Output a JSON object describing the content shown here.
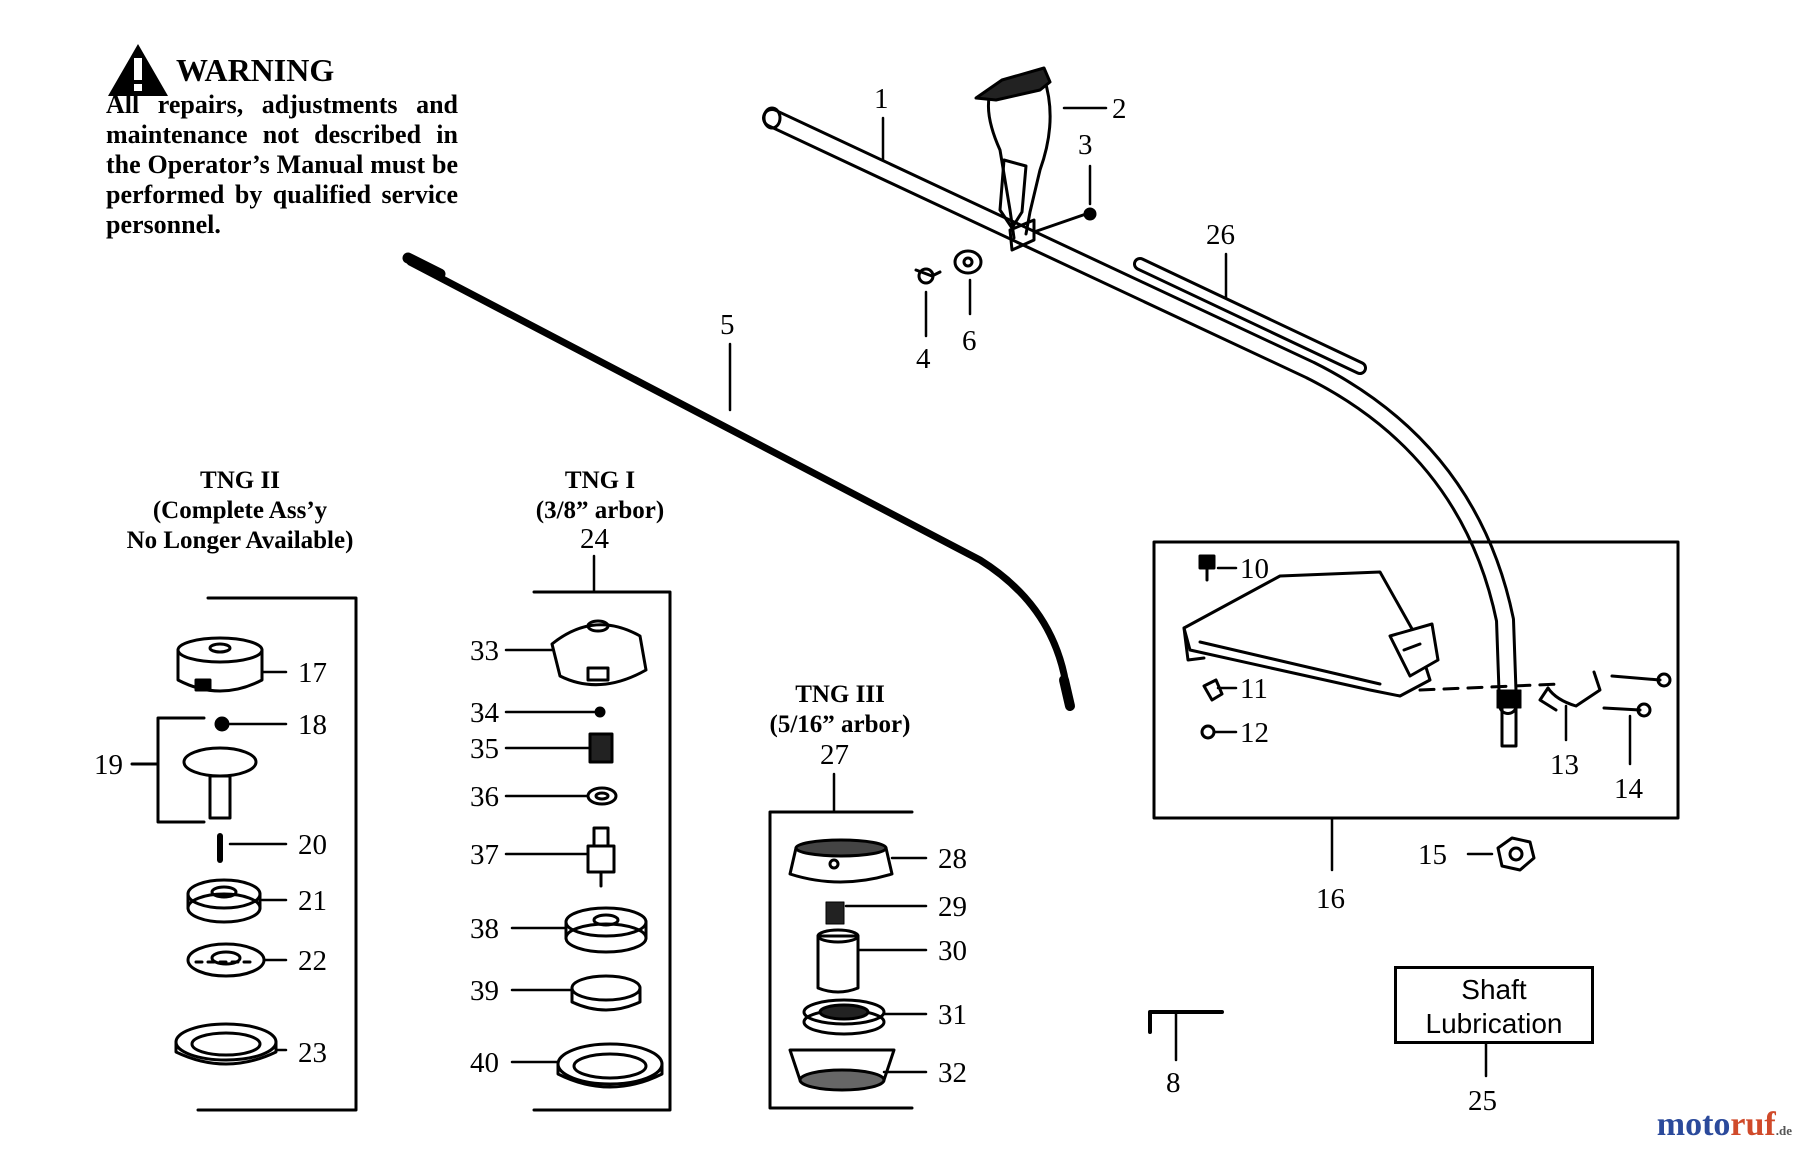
{
  "warning": {
    "title": "WARNING",
    "text": "All repairs, adjustments and maintenance not described in the Operator’s Manual must be performed by qualified service personnel."
  },
  "groups": {
    "tng2": {
      "line1": "TNG II",
      "line2": "(Complete Ass’y",
      "line3": "No Longer Available)"
    },
    "tng1": {
      "line1": "TNG I",
      "line2": "(3/8” arbor)"
    },
    "tng3": {
      "line1": "TNG III",
      "line2": "(5/16” arbor)"
    }
  },
  "callouts": {
    "p1": "1",
    "p2": "2",
    "p3": "3",
    "p4": "4",
    "p5": "5",
    "p6": "6",
    "p8": "8",
    "p10": "10",
    "p11": "11",
    "p12": "12",
    "p13": "13",
    "p14": "14",
    "p15": "15",
    "p16": "16",
    "p17": "17",
    "p18": "18",
    "p19": "19",
    "p20": "20",
    "p21": "21",
    "p22": "22",
    "p23": "23",
    "p24": "24",
    "p25": "25",
    "p26": "26",
    "p27": "27",
    "p28": "28",
    "p29": "29",
    "p30": "30",
    "p31": "31",
    "p32": "32",
    "p33": "33",
    "p34": "34",
    "p35": "35",
    "p36": "36",
    "p37": "37",
    "p38": "38",
    "p39": "39",
    "p40": "40"
  },
  "lubrication": {
    "line1": "Shaft",
    "line2": "Lubrication"
  },
  "brand": {
    "main_a": "moto",
    "main_b": "ruf",
    "suffix": ".de"
  }
}
